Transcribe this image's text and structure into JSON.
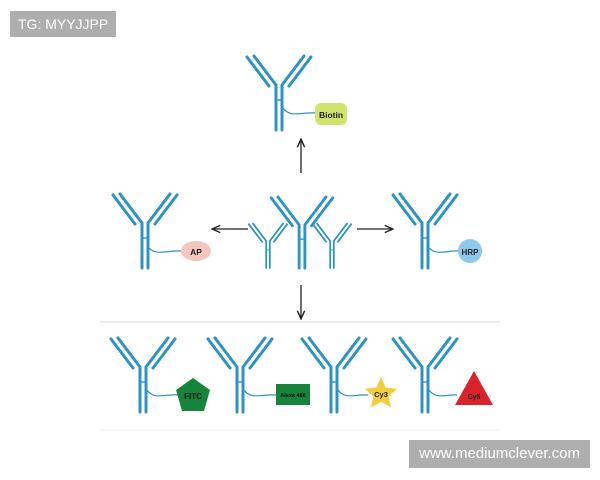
{
  "overlays": {
    "tg_label": "TG: MYYJJPP",
    "site_label": "www.mediumclever.com"
  },
  "colors": {
    "antibody": "#2f93c0",
    "arrow": "#222222",
    "tail": "#2f93c0",
    "divider": "#d9d9d9"
  },
  "labels": [
    {
      "id": "biotin",
      "text": "Biotin",
      "shape": "rounded-rect",
      "fill": "#cfe36d",
      "text_color": "#222222"
    },
    {
      "id": "ap",
      "text": "AP",
      "shape": "ellipse",
      "fill": "#f3c7bd",
      "text_color": "#222222"
    },
    {
      "id": "hrp",
      "text": "HRP",
      "shape": "circle",
      "fill": "#8ec9ec",
      "text_color": "#222222"
    },
    {
      "id": "fitc",
      "text": "FITC",
      "shape": "pentagon",
      "fill": "#17843c",
      "text_color": "#111111"
    },
    {
      "id": "alexa",
      "text": "Alexa 488",
      "shape": "rect",
      "fill": "#17843c",
      "text_color": "#111111"
    },
    {
      "id": "cy3",
      "text": "Cy3",
      "shape": "star",
      "fill": "#f2cf3a",
      "text_color": "#222222"
    },
    {
      "id": "cy5",
      "text": "Cy5",
      "shape": "triangle",
      "fill": "#d8222c",
      "text_color": "#222222"
    }
  ]
}
